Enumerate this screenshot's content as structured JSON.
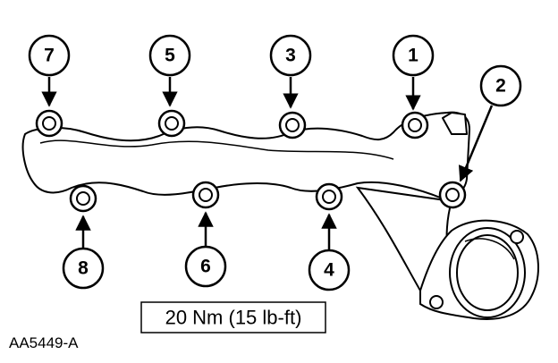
{
  "figure_id": "AA5449-A",
  "torque_spec": "20 Nm (15 lb-ft)",
  "callouts": [
    "1",
    "2",
    "3",
    "4",
    "5",
    "6",
    "7",
    "8"
  ]
}
